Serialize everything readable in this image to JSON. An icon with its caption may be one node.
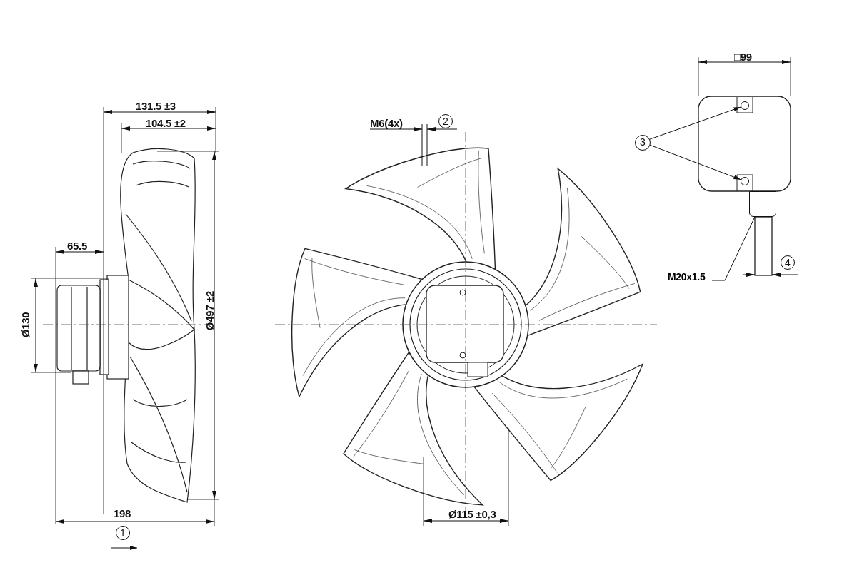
{
  "diagram": {
    "nodes": [
      {
        "text": [
          "3"
        ]
      },
      {
        "text": [],
        "shape": "circle"
      },
      {
        "text": [],
        "shape": "circle"
      },
      {
        "text": [
          "M20x1.5"
        ]
      },
      {
        "text": [],
        "shape": "box"
      }
    ],
    "edges": [
      {
        "from": 0,
        "to": 1,
        "arrow": "to"
      },
      {
        "from": 0,
        "to": 2,
        "arrow": "to"
      },
      {
        "from": 3,
        "to": 4,
        "arrow": "none"
      }
    ],
    "labels": [
      "□99",
      "131.5 ±3",
      "M6(4x)",
      "2",
      "104.5 ±2",
      "65.5",
      "Ø130",
      "Ø497 ±2",
      "4",
      "198",
      "Ø115 ±0,3",
      "1"
    ]
  }
}
